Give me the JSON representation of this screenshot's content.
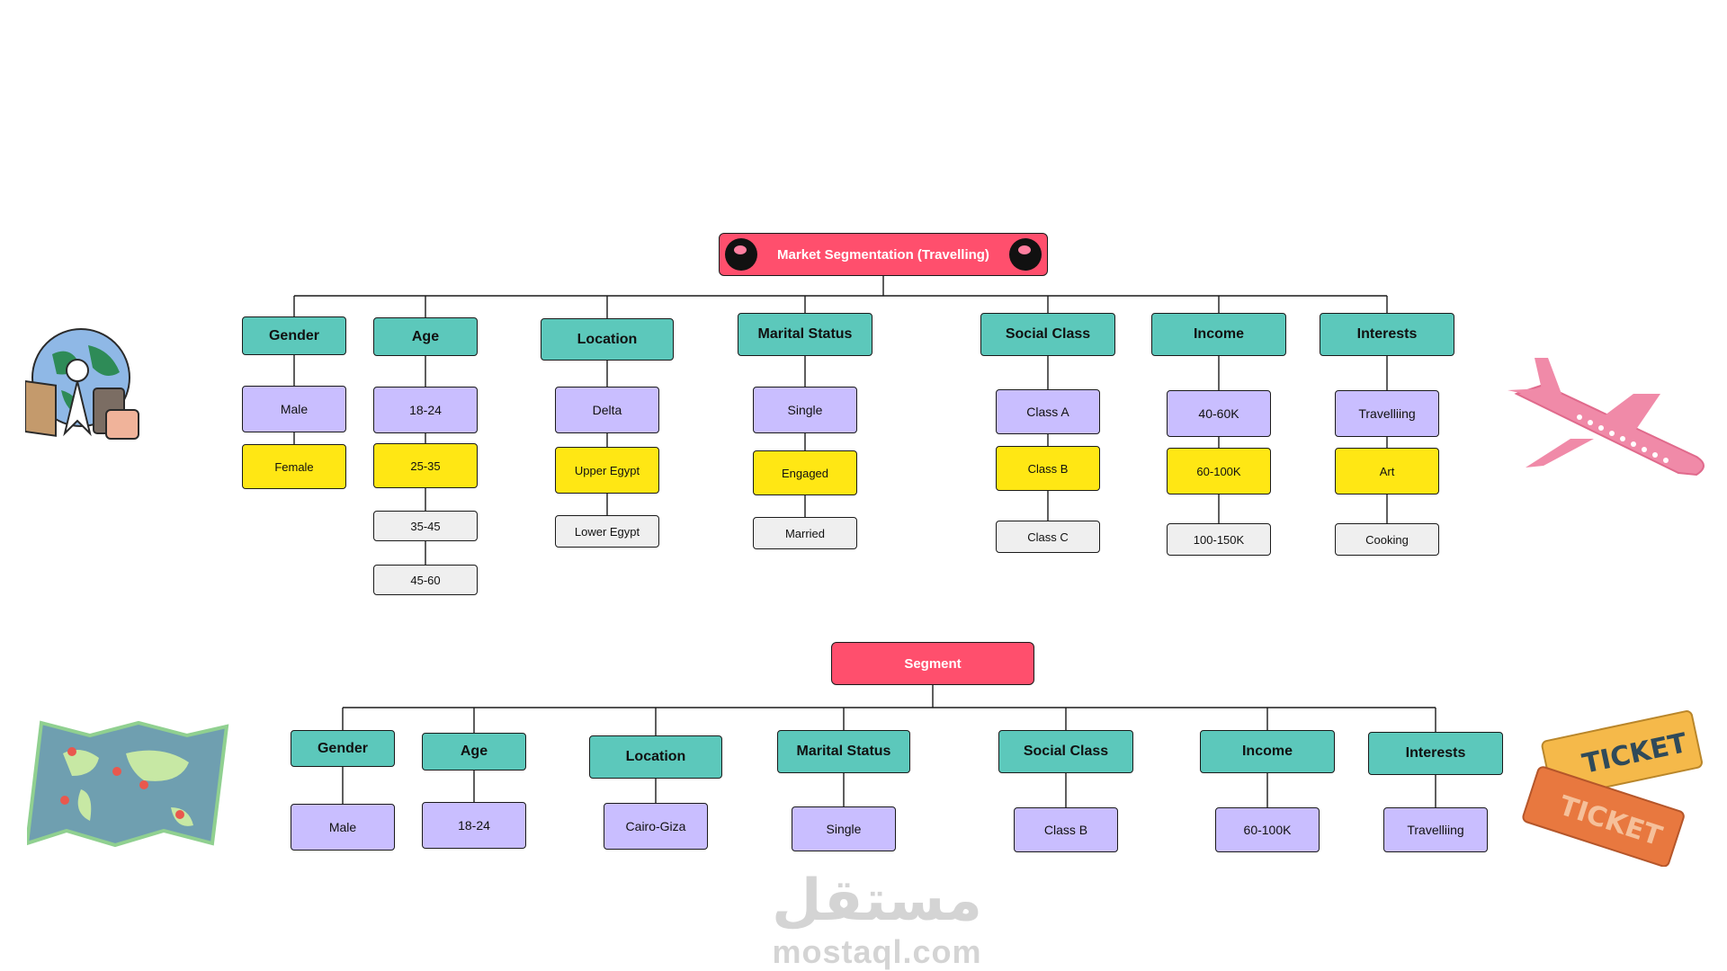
{
  "top_tree": {
    "title": "Market Segmentation (Travelling)",
    "columns": [
      {
        "header": "Gender",
        "items": [
          "Male",
          "Female"
        ]
      },
      {
        "header": "Age",
        "items": [
          "18-24",
          "25-35",
          "35-45",
          "45-60"
        ]
      },
      {
        "header": "Location",
        "items": [
          "Delta",
          "Upper Egypt",
          "Lower Egypt"
        ]
      },
      {
        "header": "Marital Status",
        "items": [
          "Single",
          "Engaged",
          "Married"
        ]
      },
      {
        "header": "Social Class",
        "items": [
          "Class A",
          "Class B",
          "Class C"
        ]
      },
      {
        "header": "Income",
        "items": [
          "40-60K",
          "60-100K",
          "100-150K"
        ]
      },
      {
        "header": "Interests",
        "items": [
          "Travelliing",
          "Art",
          "Cooking"
        ]
      }
    ]
  },
  "bottom_tree": {
    "title": "Segment",
    "columns": [
      {
        "header": "Gender",
        "items": [
          "Male"
        ]
      },
      {
        "header": "Age",
        "items": [
          "18-24"
        ]
      },
      {
        "header": "Location",
        "items": [
          "Cairo-Giza"
        ]
      },
      {
        "header": "Marital Status",
        "items": [
          "Single"
        ]
      },
      {
        "header": "Social Class",
        "items": [
          "Class B"
        ]
      },
      {
        "header": "Income",
        "items": [
          "60-100K"
        ]
      },
      {
        "header": "Interests",
        "items": [
          "Travelliing"
        ]
      }
    ]
  },
  "decorations": {
    "globe_luggage": "globe-luggage-illustration",
    "airplane": "airplane-illustration",
    "world_map": "world-map-illustration",
    "tickets": "tickets-illustration",
    "ticket_text": "TICKET"
  },
  "watermark": {
    "arabic": "مستقل",
    "latin": "mostaql.com"
  },
  "colors": {
    "title": "#ff4f6d",
    "header": "#5cc8bb",
    "level1": "#c9beff",
    "level2": "#ffe714",
    "level3": "#efefef"
  }
}
